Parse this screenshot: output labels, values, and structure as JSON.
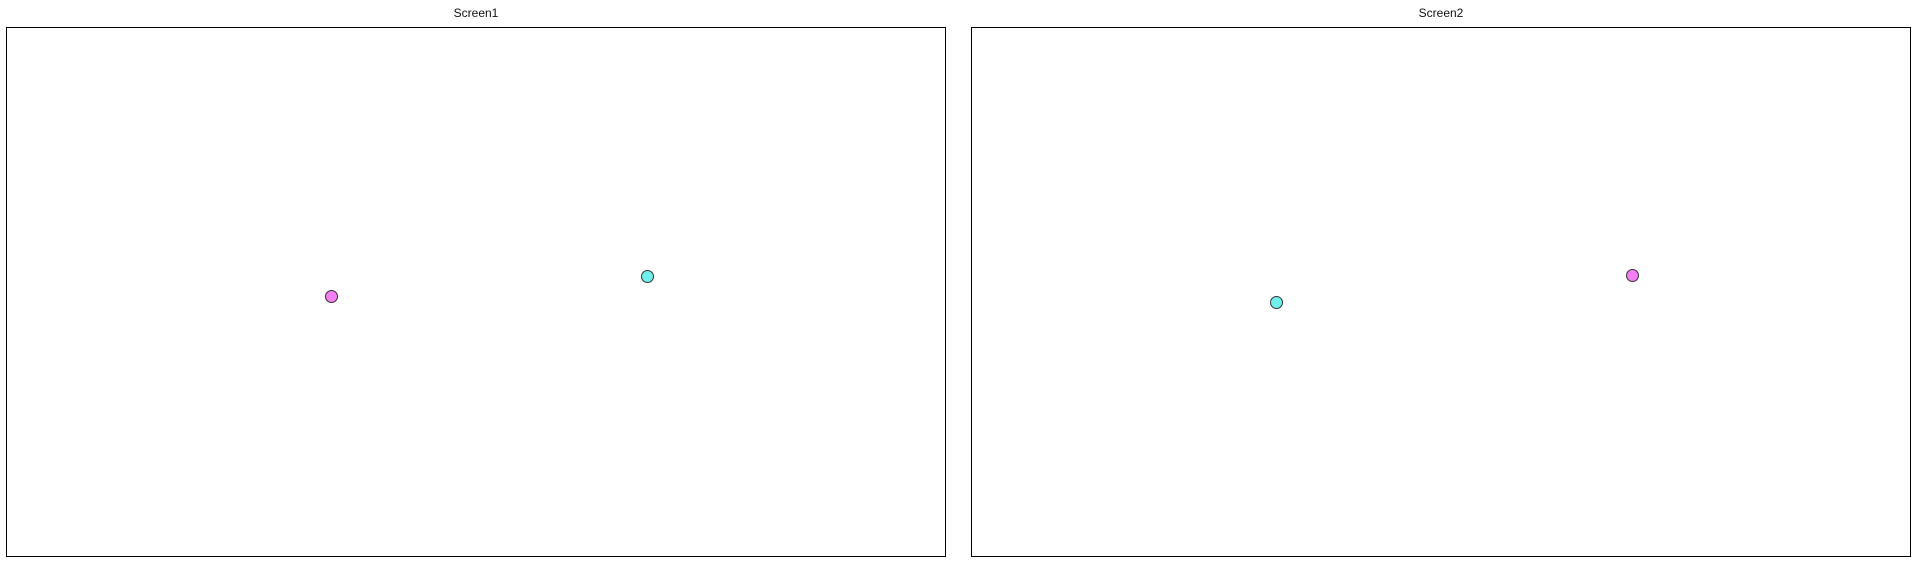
{
  "screens": [
    {
      "title": "Screen1",
      "dots": [
        {
          "name": "magenta-dot",
          "color": "#f47ff4"
        },
        {
          "name": "cyan-dot",
          "color": "#6ff0ec"
        }
      ]
    },
    {
      "title": "Screen2",
      "dots": [
        {
          "name": "cyan-dot",
          "color": "#6ff0ec"
        },
        {
          "name": "magenta-dot",
          "color": "#f47ff4"
        }
      ]
    }
  ]
}
